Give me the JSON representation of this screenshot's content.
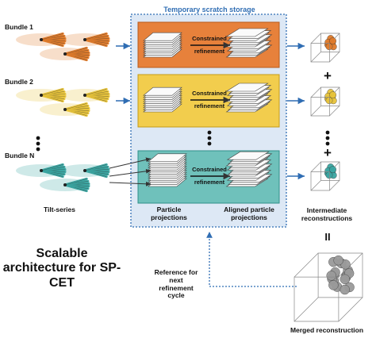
{
  "scratch": {
    "title": "Temporary scratch storage"
  },
  "bundles": [
    {
      "label": "Bundle 1",
      "color": "#e07b2a"
    },
    {
      "label": "Bundle 2",
      "color": "#e8c43a"
    },
    {
      "label": "Bundle N",
      "color": "#3aa6a2"
    }
  ],
  "tilt_series_label": "Tilt-series",
  "stage": {
    "constrained": "Constrained",
    "refinement": "refinement",
    "panel_colors": [
      "#e7813b",
      "#f2cd4d",
      "#6fc1bb"
    ],
    "panel_bg": "#dde8f5",
    "particle_projections_label": "Particle projections",
    "aligned_label": "Aligned particle projections"
  },
  "intermediate_label": "Intermediate reconstructions",
  "plus": "+",
  "equals": "II",
  "merged_label": "Merged reconstruction",
  "title": "Scalable architecture for SP-CET",
  "reference_label": "Reference for next refinement cycle",
  "accent": "#2f6db3"
}
